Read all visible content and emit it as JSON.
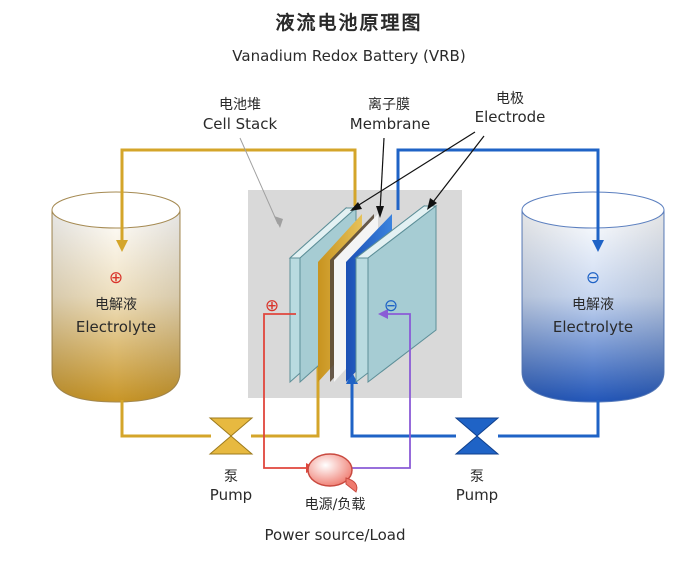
{
  "title_zh": "液流电池原理图",
  "title_en": "Vanadium Redox Battery (VRB)",
  "cell_stack": {
    "zh": "电池堆",
    "en": "Cell Stack"
  },
  "membrane": {
    "zh": "离子膜",
    "en": "Membrane"
  },
  "electrode": {
    "zh": "电极",
    "en": "Electrode"
  },
  "left_tank": {
    "sign": "⊕",
    "zh": "电解液",
    "en": "Electrolyte"
  },
  "right_tank": {
    "sign": "⊖",
    "zh": "电解液",
    "en": "Electrolyte"
  },
  "left_pump": {
    "zh": "泵",
    "en": "Pump"
  },
  "right_pump": {
    "zh": "泵",
    "en": "Pump"
  },
  "load": {
    "zh": "电源/负载",
    "en": "Power source/Load"
  },
  "stack_signs": {
    "positive": "⊕",
    "negative": "⊖"
  },
  "colors": {
    "positive_line": "#d4a52a",
    "negative_line": "#1f63c6",
    "wire_red": "#e0463c",
    "wire_purple": "#8a5bd6",
    "stack_bg": "#d9d9d9",
    "electrode": "#b9dbe0"
  }
}
